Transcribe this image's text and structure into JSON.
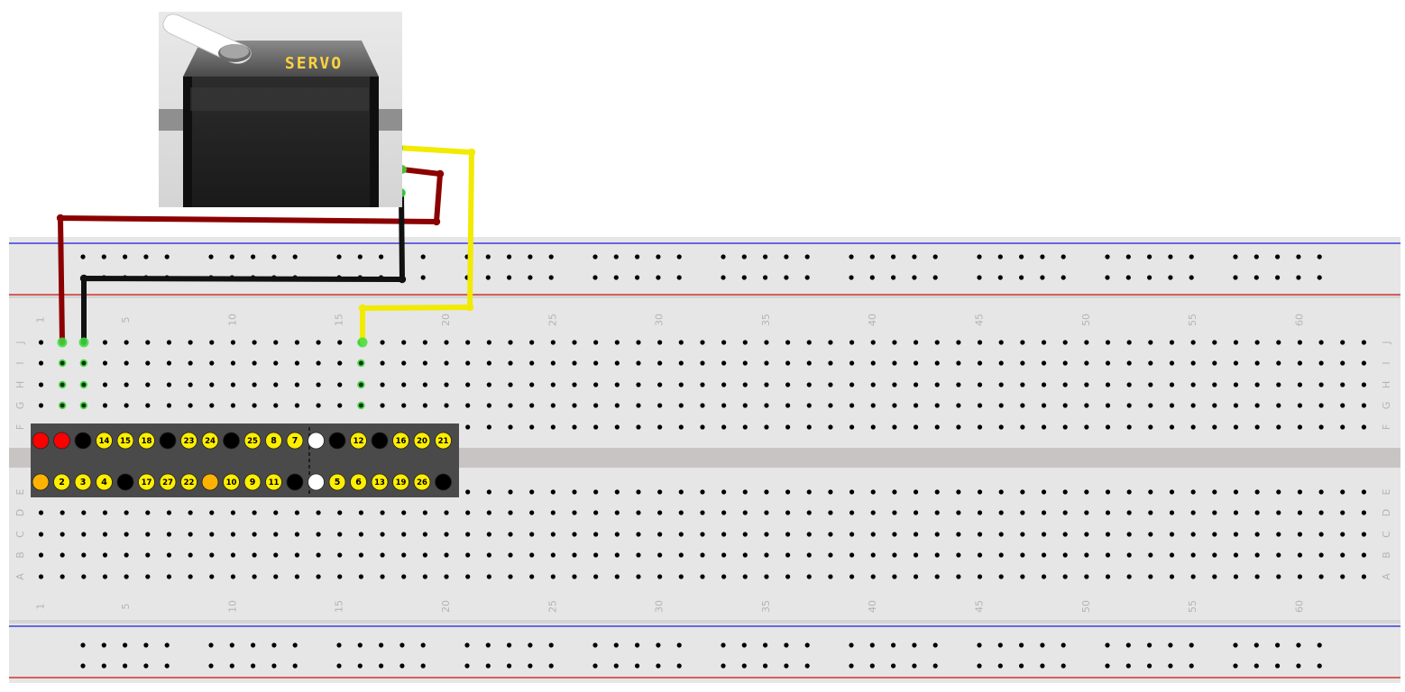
{
  "servo": {
    "label": "SERVO"
  },
  "breadboard": {
    "columns": 63,
    "rows_top": [
      "J",
      "I",
      "H",
      "G",
      "F"
    ],
    "rows_bottom": [
      "E",
      "D",
      "C",
      "B",
      "A"
    ],
    "column_labels": [
      "1",
      "5",
      "10",
      "15",
      "20",
      "25",
      "30",
      "35",
      "40",
      "45",
      "50",
      "55",
      "60"
    ]
  },
  "header": {
    "top_row": [
      {
        "label": "",
        "type": "red"
      },
      {
        "label": "",
        "type": "red"
      },
      {
        "label": "",
        "type": "black"
      },
      {
        "label": "14",
        "type": "gpio"
      },
      {
        "label": "15",
        "type": "gpio"
      },
      {
        "label": "18",
        "type": "gpio"
      },
      {
        "label": "",
        "type": "black"
      },
      {
        "label": "23",
        "type": "gpio"
      },
      {
        "label": "24",
        "type": "gpio"
      },
      {
        "label": "",
        "type": "black"
      },
      {
        "label": "25",
        "type": "gpio"
      },
      {
        "label": "8",
        "type": "gpio"
      },
      {
        "label": "7",
        "type": "gpio"
      },
      {
        "label": "",
        "type": "white"
      },
      {
        "label": "",
        "type": "black"
      },
      {
        "label": "12",
        "type": "gpio"
      },
      {
        "label": "",
        "type": "black"
      },
      {
        "label": "16",
        "type": "gpio"
      },
      {
        "label": "20",
        "type": "gpio"
      },
      {
        "label": "21",
        "type": "gpio"
      }
    ],
    "bottom_row": [
      {
        "label": "",
        "type": "orange"
      },
      {
        "label": "2",
        "type": "gpio"
      },
      {
        "label": "3",
        "type": "gpio"
      },
      {
        "label": "4",
        "type": "gpio"
      },
      {
        "label": "",
        "type": "black"
      },
      {
        "label": "17",
        "type": "gpio"
      },
      {
        "label": "27",
        "type": "gpio"
      },
      {
        "label": "22",
        "type": "gpio"
      },
      {
        "label": "",
        "type": "orange"
      },
      {
        "label": "10",
        "type": "gpio"
      },
      {
        "label": "9",
        "type": "gpio"
      },
      {
        "label": "11",
        "type": "gpio"
      },
      {
        "label": "",
        "type": "black"
      },
      {
        "label": "",
        "type": "white"
      },
      {
        "label": "5",
        "type": "gpio"
      },
      {
        "label": "6",
        "type": "gpio"
      },
      {
        "label": "13",
        "type": "gpio"
      },
      {
        "label": "19",
        "type": "gpio"
      },
      {
        "label": "26",
        "type": "gpio"
      },
      {
        "label": "",
        "type": "black"
      }
    ]
  },
  "colors": {
    "board": "#e6e6e6",
    "rail_blue": "#1a1adb",
    "rail_red": "#d01010",
    "hole": "#000000",
    "label_gray": "#b4b4b4",
    "wire_red": "#8b0000",
    "wire_black": "#111111",
    "wire_yellow": "#f2ea00",
    "header_bg": "#4a4a4a",
    "gpio_fill": "#ffee00",
    "pin_red": "#ff0000",
    "pin_orange": "#ffb300"
  }
}
